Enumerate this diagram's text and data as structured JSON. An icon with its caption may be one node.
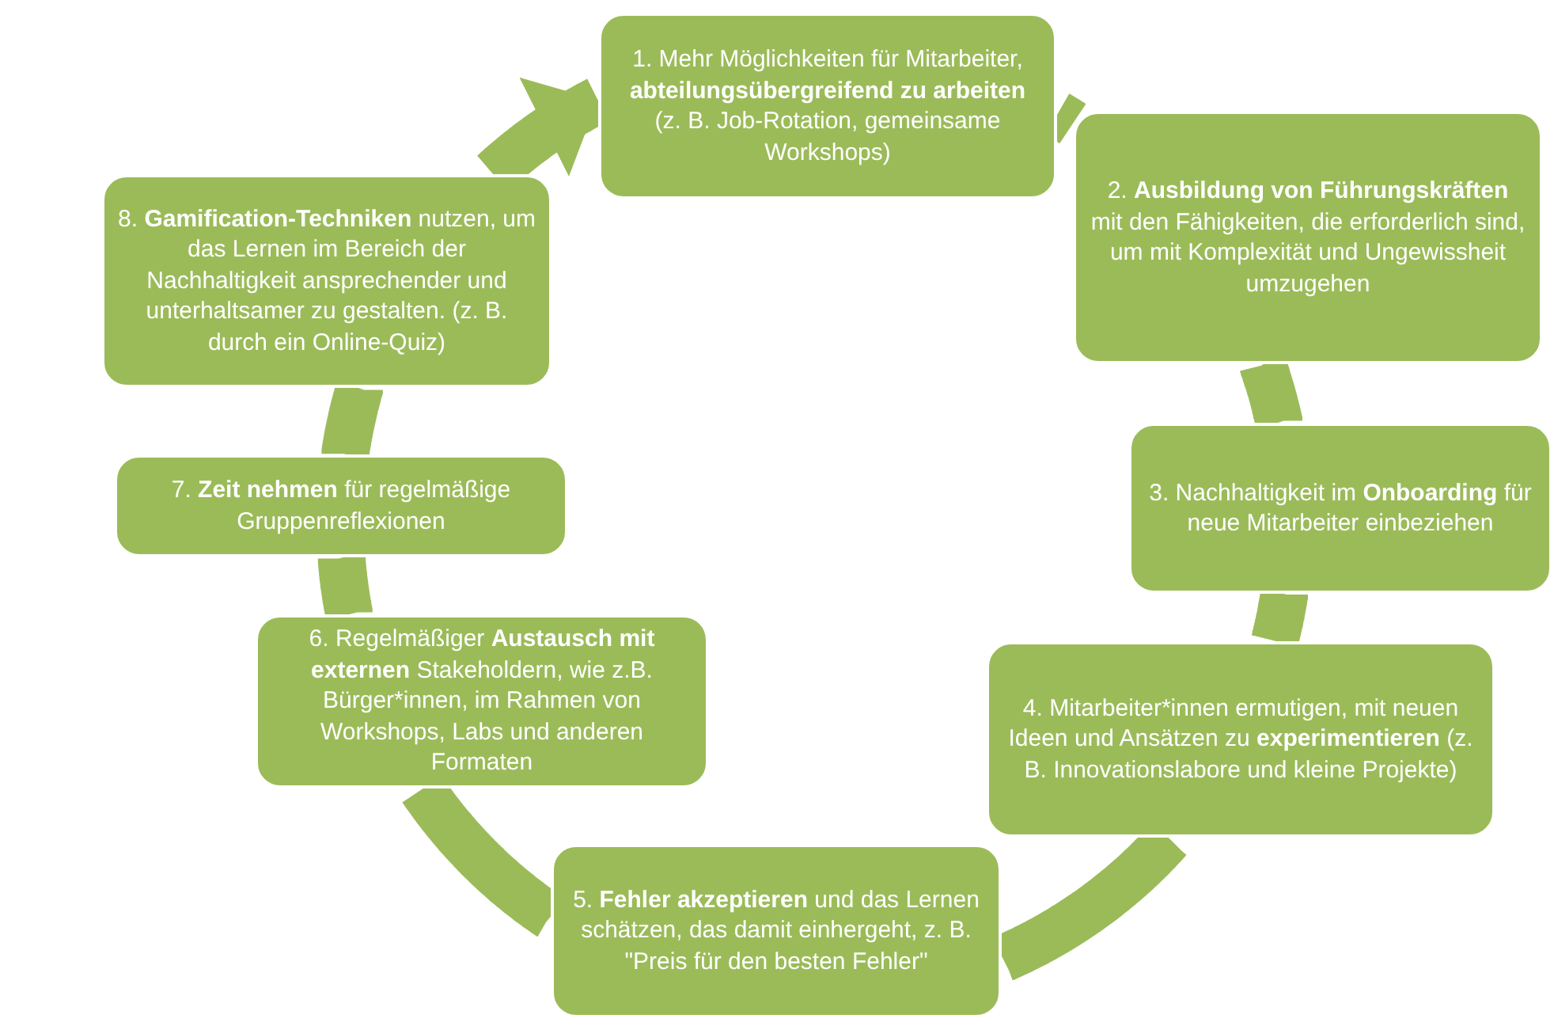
{
  "diagram": {
    "nodes": [
      {
        "text": [
          "1. Mehr Möglichkeiten für Mitarbeiter, **abteilungsübergreifend zu arbeiten** (z. B. Job-Rotation, gemeinsame Workshops)"
        ]
      },
      {
        "text": [
          "2. **Ausbildung von Führungskräften** mit den Fähigkeiten, die erforderlich sind, um mit Komplexität und Ungewissheit umzugehen"
        ]
      },
      {
        "text": [
          "3. Nachhaltigkeit im **Onboarding** für neue Mitarbeiter einbeziehen"
        ]
      },
      {
        "text": [
          "4. Mitarbeiter*innen ermutigen, mit neuen Ideen und Ansätzen zu **experimentieren** (z. B. Innovationslabore und kleine Projekte)"
        ]
      },
      {
        "text": [
          "5. **Fehler akzeptieren** und das Lernen schätzen, das damit einhergeht, z. B. \"Preis für den besten Fehler\""
        ]
      },
      {
        "text": [
          "6. Regelmäßiger **Austausch mit externen** Stakeholdern, wie z.B. Bürger*innen, im Rahmen von Workshops, Labs und anderen Formaten"
        ]
      },
      {
        "text": [
          "7. **Zeit nehmen** für regelmäßige Gruppenreflexionen"
        ]
      },
      {
        "text": [
          "8. **Gamification-Techniken** nutzen, um das Lernen im Bereich der Nachhaltigkeit ansprechender und unterhaltsamer zu gestalten. (z. B. durch ein Online-Quiz)"
        ]
      }
    ],
    "edges": [
      {
        "from": 0,
        "to": 1,
        "arrow": "none"
      },
      {
        "from": 1,
        "to": 2,
        "arrow": "none"
      },
      {
        "from": 2,
        "to": 3,
        "arrow": "none"
      },
      {
        "from": 3,
        "to": 4,
        "arrow": "none"
      },
      {
        "from": 4,
        "to": 5,
        "arrow": "none"
      },
      {
        "from": 5,
        "to": 6,
        "arrow": "none"
      },
      {
        "from": 6,
        "to": 7,
        "arrow": "none"
      },
      {
        "from": 7,
        "to": 0,
        "arrow": "to"
      }
    ]
  }
}
